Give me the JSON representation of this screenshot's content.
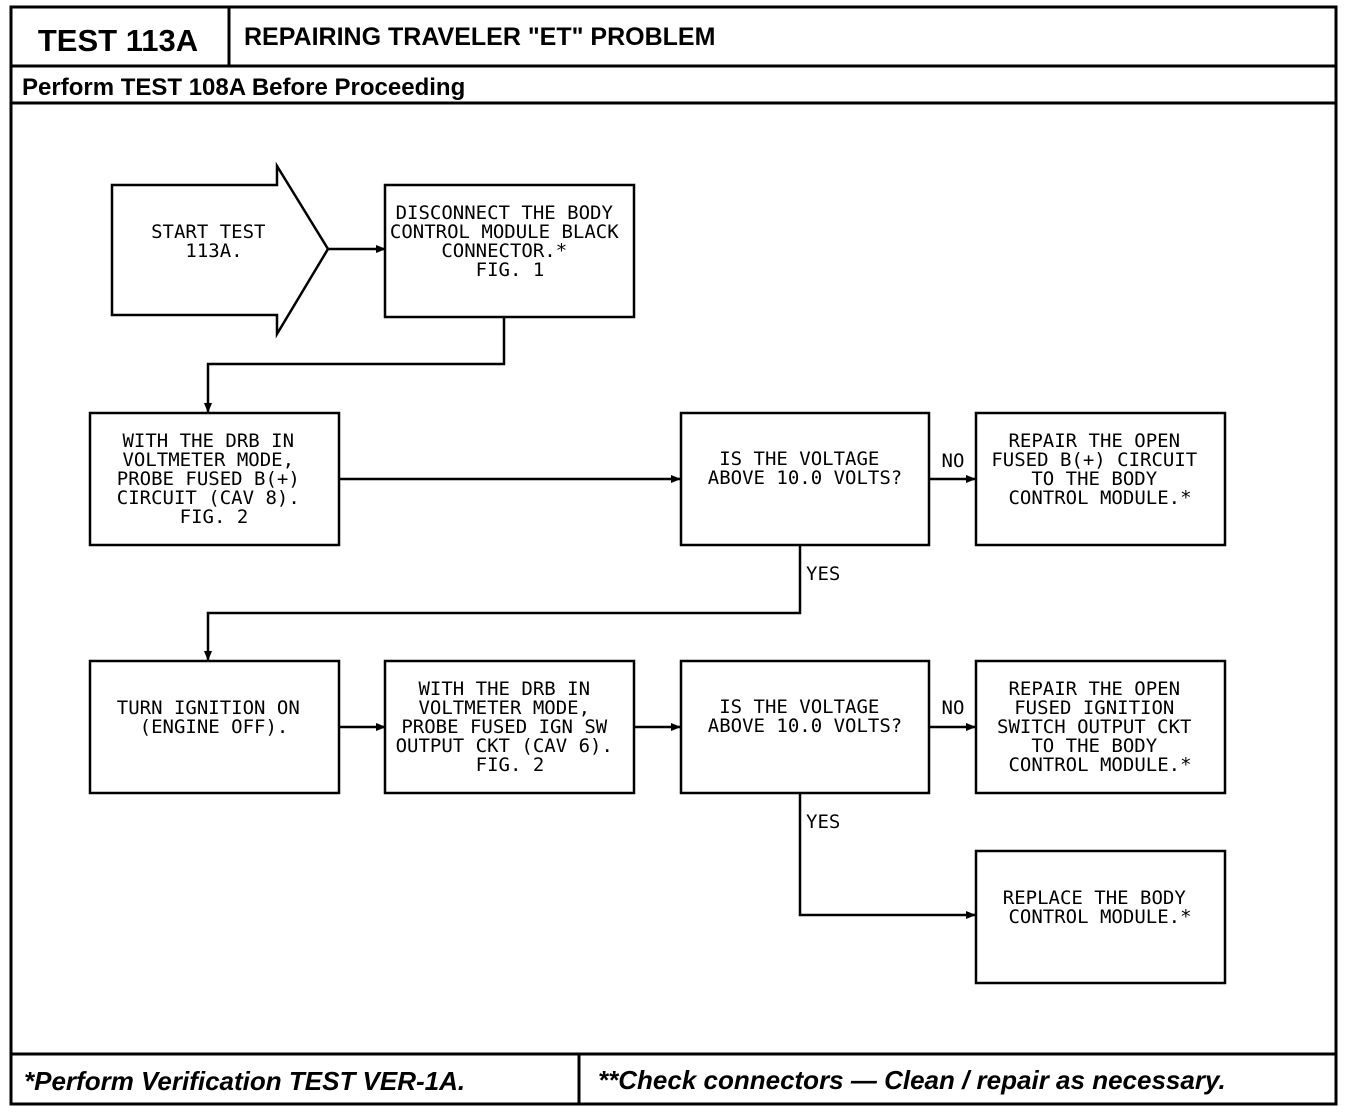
{
  "header": {
    "test_id": "TEST 113A",
    "title": "REPAIRING TRAVELER \"ET\" PROBLEM",
    "prerequisite": "Perform TEST 108A Before Proceeding"
  },
  "flow": {
    "start": [
      "START TEST",
      "113A."
    ],
    "disconnect": [
      "DISCONNECT THE BODY",
      "CONTROL MODULE BLACK",
      "CONNECTOR.*",
      "",
      "FIG. 1"
    ],
    "probe_b": [
      "WITH THE DRB IN",
      "VOLTMETER MODE,",
      "PROBE FUSED B(+)",
      "CIRCUIT (CAV 8).",
      "FIG. 2"
    ],
    "question_1": [
      "IS THE VOLTAGE",
      "ABOVE 10.0 VOLTS?"
    ],
    "repair_b": [
      "REPAIR THE OPEN",
      "FUSED B(+) CIRCUIT",
      "TO THE BODY",
      "CONTROL MODULE.*"
    ],
    "ignition_on": [
      "TURN IGNITION ON",
      "(ENGINE OFF)."
    ],
    "probe_ign": [
      "WITH THE DRB IN",
      "VOLTMETER MODE,",
      "PROBE FUSED IGN SW",
      "OUTPUT CKT (CAV 6).",
      "FIG. 2"
    ],
    "question_2": [
      "IS THE VOLTAGE",
      "ABOVE 10.0 VOLTS?"
    ],
    "repair_ign": [
      "REPAIR THE OPEN",
      "FUSED IGNITION",
      "SWITCH OUTPUT CKT",
      "TO THE BODY",
      "CONTROL MODULE.*"
    ],
    "replace": [
      "REPLACE THE BODY",
      "CONTROL MODULE.*"
    ],
    "no_label": "NO",
    "yes_label": "YES"
  },
  "footer": {
    "left": "*Perform Verification TEST VER-1A.",
    "right": "**Check connectors — Clean / repair as necessary."
  }
}
